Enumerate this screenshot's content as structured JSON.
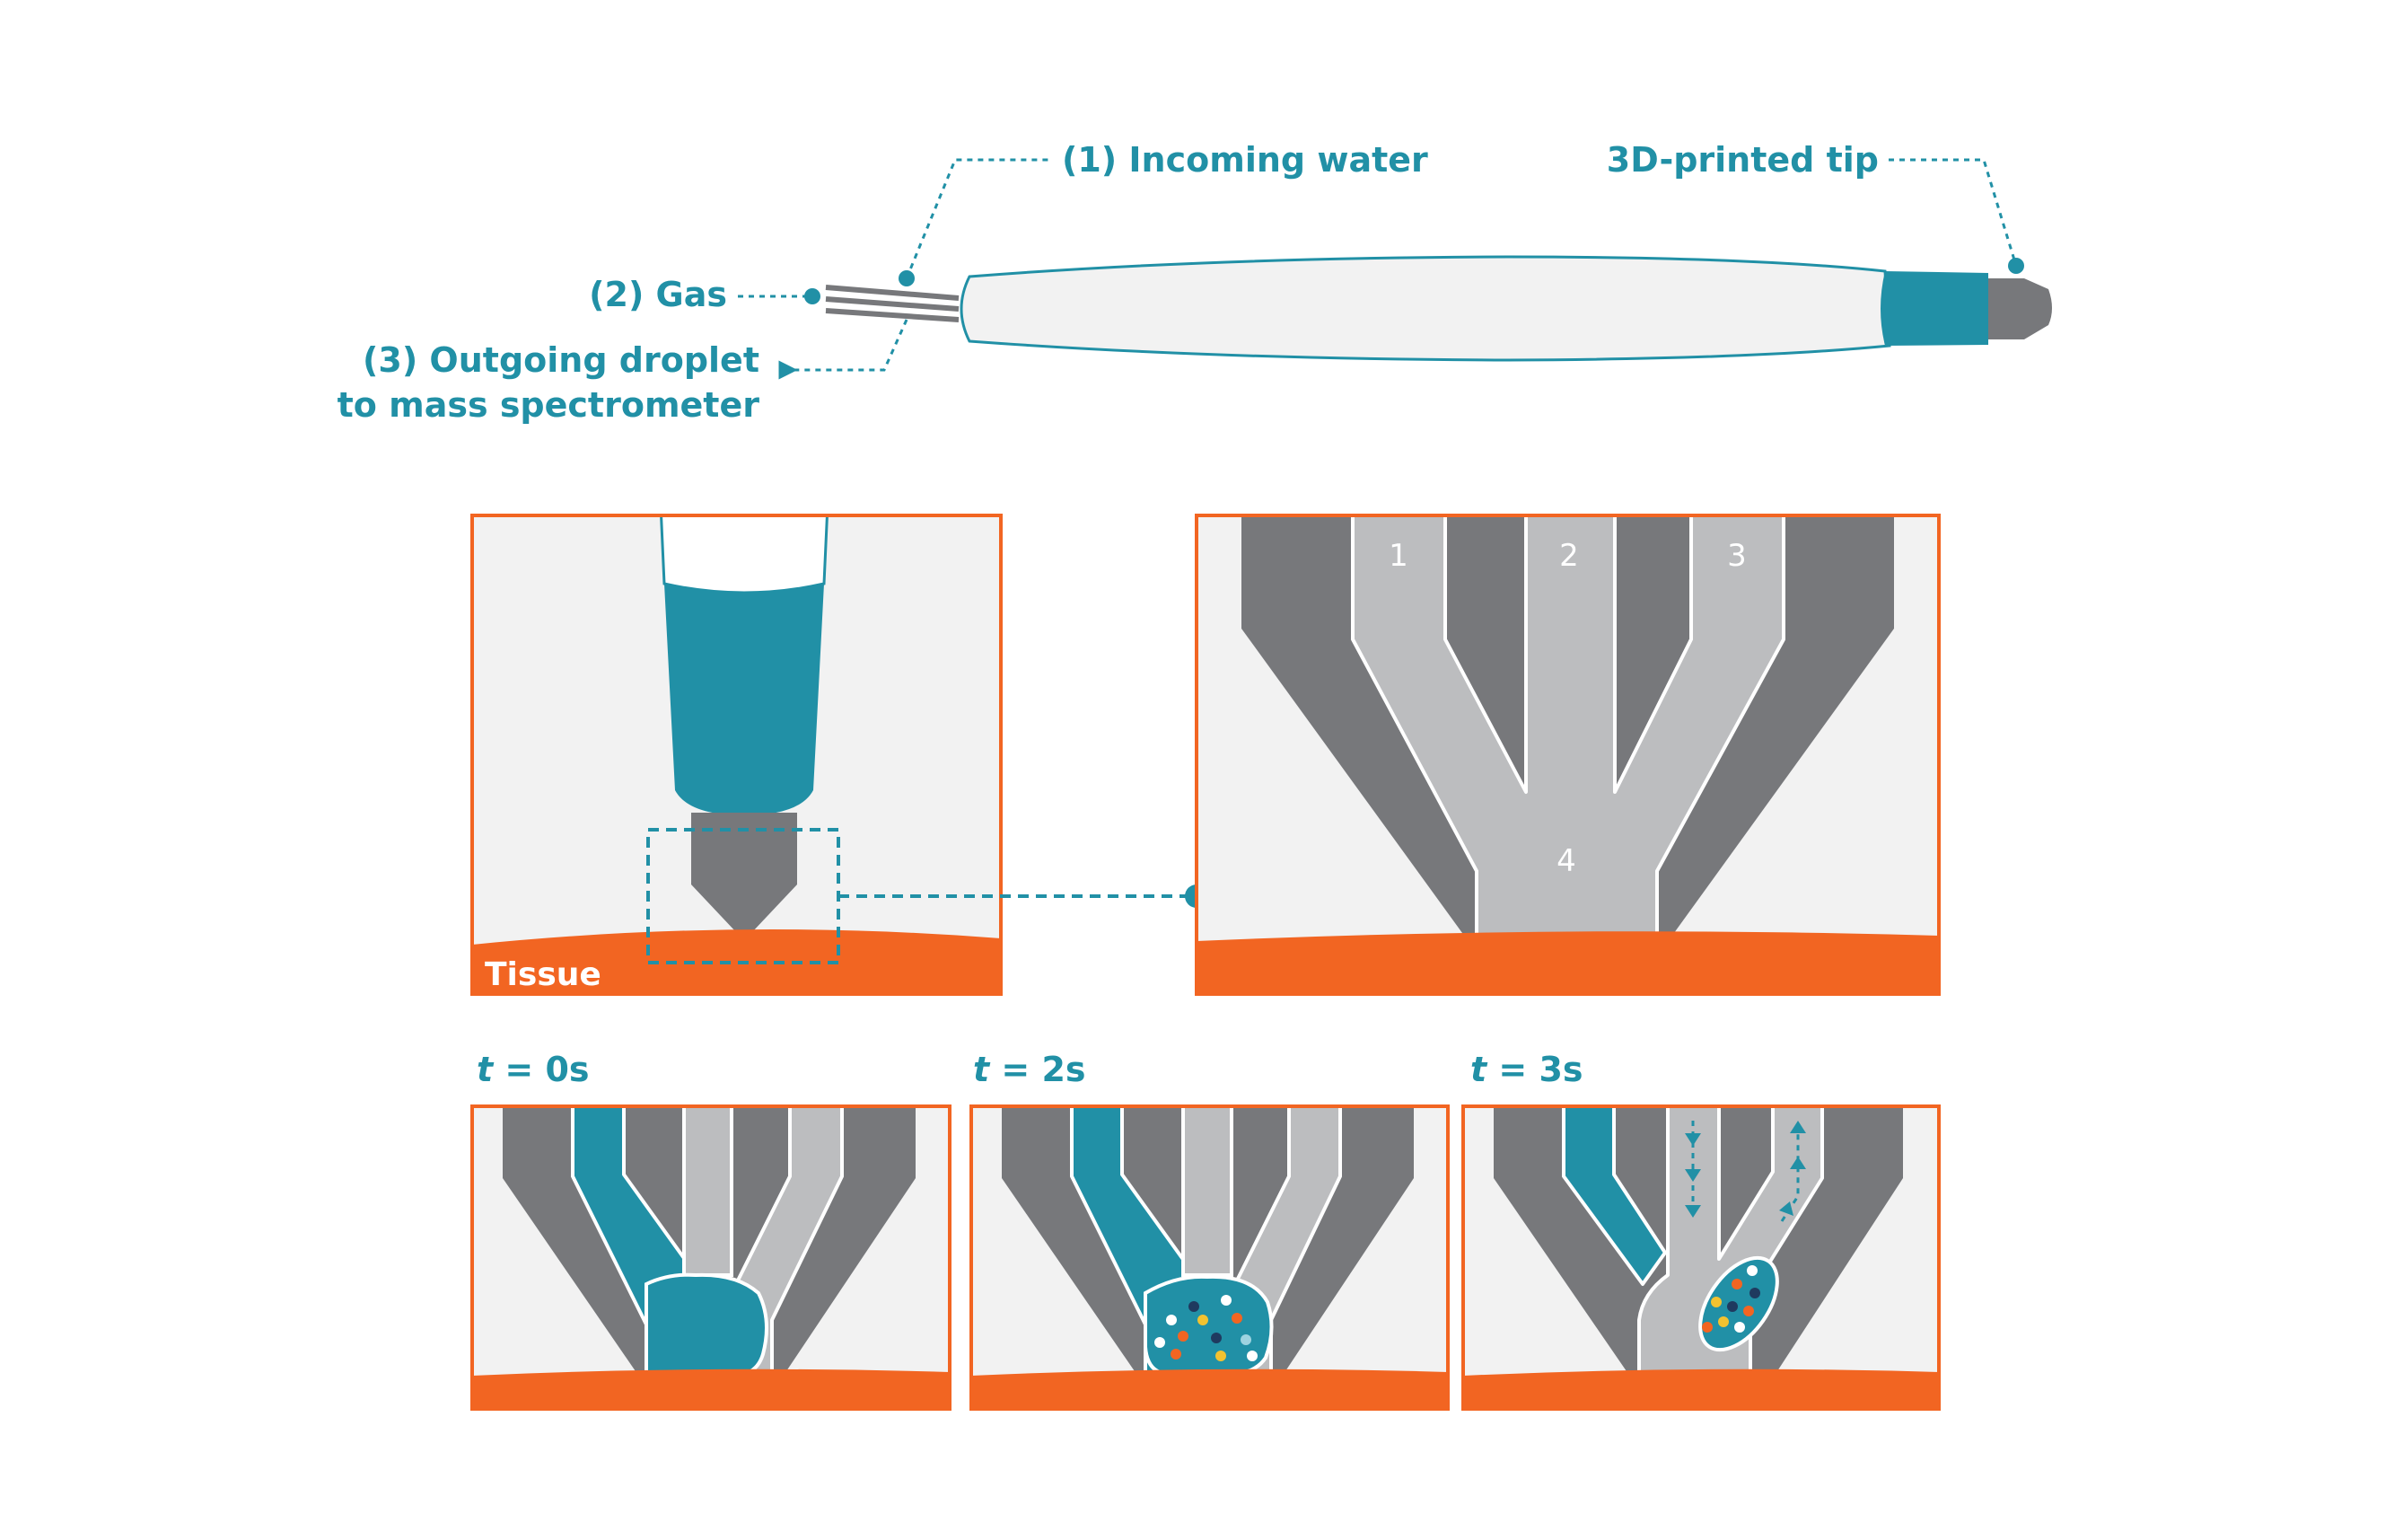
{
  "colors": {
    "teal": "#2190A6",
    "orange": "#F26522",
    "dark_gray": "#77787B",
    "light_gray": "#BCBDBF",
    "panel_bg": "#F2F2F2",
    "white": "#FFFFFF",
    "particle_yellow": "#F2C230",
    "particle_orange": "#F26522",
    "particle_navy": "#1F3A5F",
    "particle_light_blue": "#9ED3E0"
  },
  "device": {
    "label_incoming_water": "(1) Incoming water",
    "label_gas": "(2) Gas",
    "label_outgoing_line1": "(3) Outgoing droplet",
    "label_outgoing_line2": "to mass spectrometer",
    "label_tip": "3D-printed tip"
  },
  "closeup": {
    "tissue_label": "Tissue",
    "channel_1": "1",
    "channel_2": "2",
    "channel_3": "3",
    "channel_4": "4"
  },
  "timeline": [
    {
      "t_var": "t",
      "t_rest": " = 0s"
    },
    {
      "t_var": "t",
      "t_rest": " = 2s"
    },
    {
      "t_var": "t",
      "t_rest": " = 3s"
    }
  ]
}
